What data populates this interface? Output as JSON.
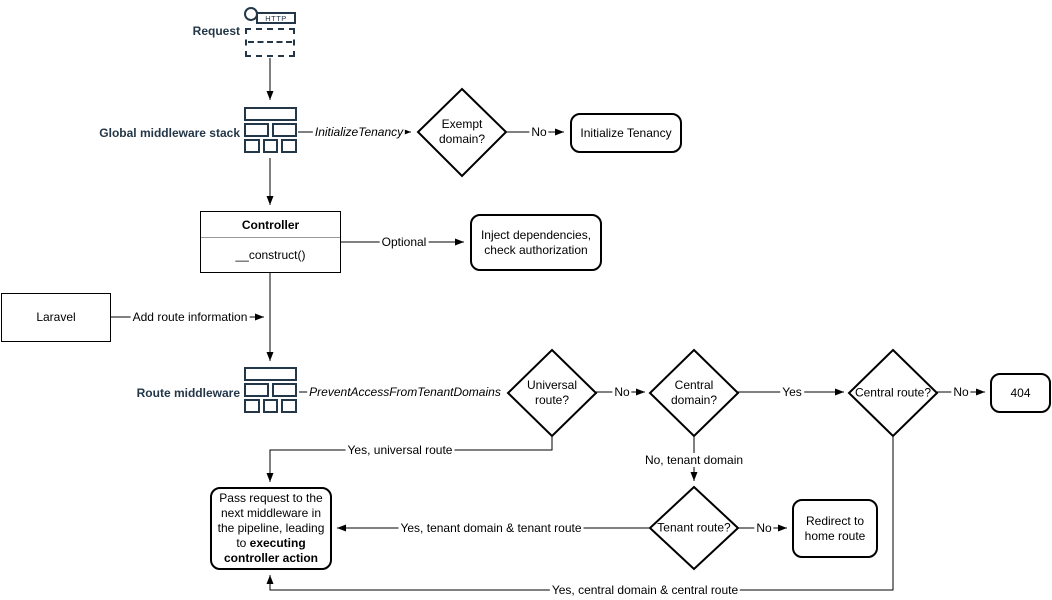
{
  "colors": {
    "icon_navy": "#233748",
    "shape_stroke": "#000000",
    "background": "#ffffff"
  },
  "request": {
    "label": "Request",
    "http": "HTTP"
  },
  "global_middleware": {
    "label": "Global middleware stack"
  },
  "route_middleware": {
    "label": "Route middleware"
  },
  "nodes": {
    "exempt_domain": "Exempt domain?",
    "initialize_tenancy": "Initialize Tenancy",
    "controller_title": "Controller",
    "controller_method": "__construct()",
    "inject_dependencies": "Inject dependencies, check authorization",
    "laravel": "Laravel",
    "universal_route": "Universal route?",
    "central_domain": "Central domain?",
    "central_route": "Central route?",
    "not_found": "404",
    "tenant_route": "Tenant route?",
    "redirect_home": "Redirect to home route",
    "pass_request_text": "Pass request to the next middleware in the pipeline, leading to ",
    "pass_request_bold": "executing controller action"
  },
  "edge_labels": {
    "initialize_tenancy": "InitializeTenancy",
    "exempt_no": "No",
    "optional": "Optional",
    "add_route_information": "Add route information",
    "prevent_access": "PreventAccessFromTenantDomains",
    "universal_no": "No",
    "central_domain_yes": "Yes",
    "central_route_no": "No",
    "yes_universal_route": "Yes, universal route",
    "no_tenant_domain": "No, tenant domain",
    "tenant_no": "No",
    "yes_tenant_route": "Yes, tenant domain & tenant route",
    "yes_central_route": "Yes, central domain & central route"
  }
}
